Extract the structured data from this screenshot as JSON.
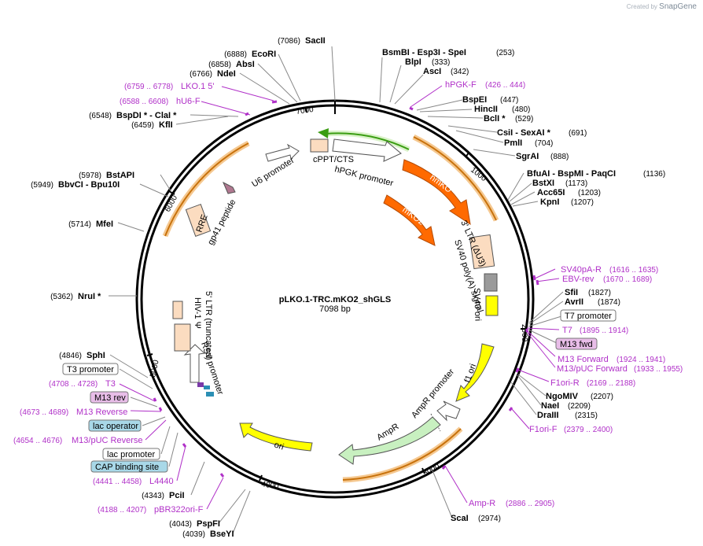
{
  "credit": {
    "created_by": "Created by",
    "brand": "SnapGene"
  },
  "plasmid": {
    "name": "pLKO.1-TRC.mKO2_shGLS",
    "length_label": "7098 bp",
    "length": 7098
  },
  "colors": {
    "primer": "#b030c8",
    "enzyme_text": "#000000",
    "promoter_fill": "#ffffff",
    "orange": "#ff6a00",
    "yellow": "#ffff00",
    "green": "#c8f0c0"
  },
  "ticks": [
    "1000",
    "2000",
    "3000",
    "4000",
    "5000",
    "6000",
    "7000"
  ],
  "enzymes": [
    {
      "name": "SacII",
      "pos": "(7086)"
    },
    {
      "name": "EcoRI",
      "pos": "(6888)"
    },
    {
      "name": "AbsI",
      "pos": "(6858)"
    },
    {
      "name": "NdeI",
      "pos": "(6766)"
    },
    {
      "name": "BspDI * - ClaI *",
      "pos": "(6548)"
    },
    {
      "name": "KflI",
      "pos": "(6459)"
    },
    {
      "name": "BstAPI",
      "pos": "(5978)"
    },
    {
      "name": "BbvCI - Bpu10I",
      "pos": "(5949)"
    },
    {
      "name": "MfeI",
      "pos": "(5714)"
    },
    {
      "name": "NruI *",
      "pos": "(5362)"
    },
    {
      "name": "SphI",
      "pos": "(4846)"
    },
    {
      "name": "PciI",
      "pos": "(4343)"
    },
    {
      "name": "PspFI",
      "pos": "(4043)"
    },
    {
      "name": "BseYI",
      "pos": "(4039)"
    },
    {
      "name": "BsmBI - Esp3I - SpeI",
      "pos": "(253)"
    },
    {
      "name": "BlpI",
      "pos": "(333)"
    },
    {
      "name": "AscI",
      "pos": "(342)"
    },
    {
      "name": "BspEI",
      "pos": "(447)"
    },
    {
      "name": "HincII",
      "pos": "(480)"
    },
    {
      "name": "BclI *",
      "pos": "(529)"
    },
    {
      "name": "CsiI - SexAI *",
      "pos": "(691)"
    },
    {
      "name": "PmlI",
      "pos": "(704)"
    },
    {
      "name": "SgrAI",
      "pos": "(888)"
    },
    {
      "name": "BfuAI - BspMI - PaqCI",
      "pos": "(1136)"
    },
    {
      "name": "BstXI",
      "pos": "(1173)"
    },
    {
      "name": "Acc65I",
      "pos": "(1203)"
    },
    {
      "name": "KpnI",
      "pos": "(1207)"
    },
    {
      "name": "SfiI",
      "pos": "(1827)"
    },
    {
      "name": "AvrII",
      "pos": "(1874)"
    },
    {
      "name": "NgoMIV",
      "pos": "(2207)"
    },
    {
      "name": "NaeI",
      "pos": "(2209)"
    },
    {
      "name": "DraIII",
      "pos": "(2315)"
    },
    {
      "name": "ScaI",
      "pos": "(2974)"
    }
  ],
  "primers": [
    {
      "name": "LKO.1 5'",
      "pos": "(6759 .. 6778)"
    },
    {
      "name": "hU6-F",
      "pos": "(6588 .. 6608)"
    },
    {
      "name": "T3",
      "pos": "(4708 .. 4728)"
    },
    {
      "name": "M13 Reverse",
      "pos": "(4673 .. 4689)"
    },
    {
      "name": "M13/pUC Reverse",
      "pos": "(4654 .. 4676)"
    },
    {
      "name": "L4440",
      "pos": "(4441 .. 4458)"
    },
    {
      "name": "pBR322ori-F",
      "pos": "(4188 .. 4207)"
    },
    {
      "name": "hPGK-F",
      "pos": "(426 .. 444)"
    },
    {
      "name": "SV40pA-R",
      "pos": "(1616 .. 1635)"
    },
    {
      "name": "EBV-rev",
      "pos": "(1670 .. 1689)"
    },
    {
      "name": "T7",
      "pos": "(1895 .. 1914)"
    },
    {
      "name": "M13 Forward",
      "pos": "(1924 .. 1941)"
    },
    {
      "name": "M13/pUC Forward",
      "pos": "(1933 .. 1955)"
    },
    {
      "name": "F1ori-R",
      "pos": "(2169 .. 2188)"
    },
    {
      "name": "F1ori-F",
      "pos": "(2379 .. 2400)"
    },
    {
      "name": "Amp-R",
      "pos": "(2886 .. 2905)"
    }
  ],
  "boxed_features": [
    {
      "name": "T3 promoter",
      "style": "white"
    },
    {
      "name": "M13 rev",
      "style": "purple"
    },
    {
      "name": "lac operator",
      "style": "teal"
    },
    {
      "name": "lac promoter",
      "style": "white"
    },
    {
      "name": "CAP binding site",
      "style": "teal"
    },
    {
      "name": "T7 promoter",
      "style": "white"
    },
    {
      "name": "M13 fwd",
      "style": "purple"
    }
  ],
  "features": {
    "u6_promoter": "U6 promoter",
    "cppt": "cPPT/CTS",
    "hpgk": "hPGK promoter",
    "hmko": "hmKO",
    "mko2": "mKO2",
    "ltr3": "3' LTR (ΔU3)",
    "sv40polya": "SV40 poly(A) signal",
    "sv40ori": "SV40 ori",
    "f1ori": "f1 ori",
    "ampr_promoter": "AmpR promoter",
    "ampr": "AmpR",
    "ori": "ori",
    "rsv": "RSV promoter",
    "ltr5": "5' LTR (truncated)",
    "hiv_psi": "HIV-1 Ψ",
    "rre": "RRE",
    "gp41": "gp41 peptide"
  }
}
